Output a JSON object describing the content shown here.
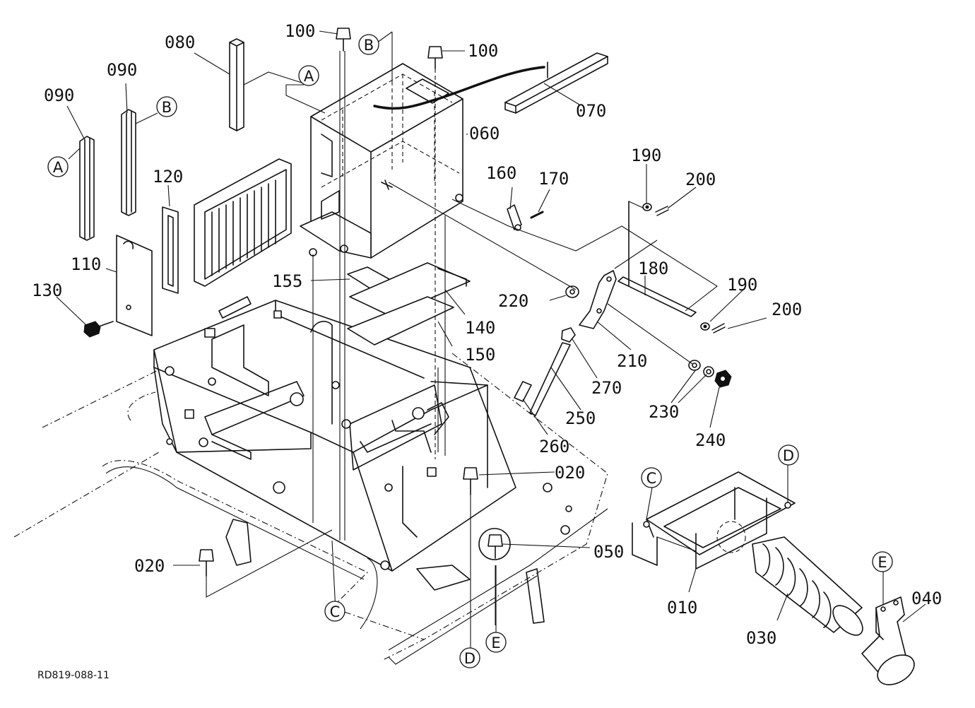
{
  "drawing": {
    "reference_code": "RD819-088-11"
  },
  "parts": [
    {
      "id": "p010",
      "label": "010"
    },
    {
      "id": "p020a",
      "label": "020"
    },
    {
      "id": "p020b",
      "label": "020"
    },
    {
      "id": "p030",
      "label": "030"
    },
    {
      "id": "p040",
      "label": "040"
    },
    {
      "id": "p050",
      "label": "050"
    },
    {
      "id": "p060",
      "label": "060"
    },
    {
      "id": "p070",
      "label": "070"
    },
    {
      "id": "p080",
      "label": "080"
    },
    {
      "id": "p090a",
      "label": "090"
    },
    {
      "id": "p090b",
      "label": "090"
    },
    {
      "id": "p100a",
      "label": "100"
    },
    {
      "id": "p100b",
      "label": "100"
    },
    {
      "id": "p110",
      "label": "110"
    },
    {
      "id": "p120",
      "label": "120"
    },
    {
      "id": "p130",
      "label": "130"
    },
    {
      "id": "p140",
      "label": "140"
    },
    {
      "id": "p150",
      "label": "150"
    },
    {
      "id": "p155",
      "label": "155"
    },
    {
      "id": "p160",
      "label": "160"
    },
    {
      "id": "p170",
      "label": "170"
    },
    {
      "id": "p180",
      "label": "180"
    },
    {
      "id": "p190a",
      "label": "190"
    },
    {
      "id": "p190b",
      "label": "190"
    },
    {
      "id": "p200a",
      "label": "200"
    },
    {
      "id": "p200b",
      "label": "200"
    },
    {
      "id": "p210",
      "label": "210"
    },
    {
      "id": "p220",
      "label": "220"
    },
    {
      "id": "p230",
      "label": "230"
    },
    {
      "id": "p240",
      "label": "240"
    },
    {
      "id": "p250",
      "label": "250"
    },
    {
      "id": "p260",
      "label": "260"
    },
    {
      "id": "p270",
      "label": "270"
    }
  ],
  "connectors": [
    {
      "id": "cA1",
      "letter": "A"
    },
    {
      "id": "cA2",
      "letter": "A"
    },
    {
      "id": "cB1",
      "letter": "B"
    },
    {
      "id": "cB2",
      "letter": "B"
    },
    {
      "id": "cC1",
      "letter": "C"
    },
    {
      "id": "cC2",
      "letter": "C"
    },
    {
      "id": "cD1",
      "letter": "D"
    },
    {
      "id": "cD2",
      "letter": "D"
    },
    {
      "id": "cE1",
      "letter": "E"
    },
    {
      "id": "cE2",
      "letter": "E"
    }
  ]
}
